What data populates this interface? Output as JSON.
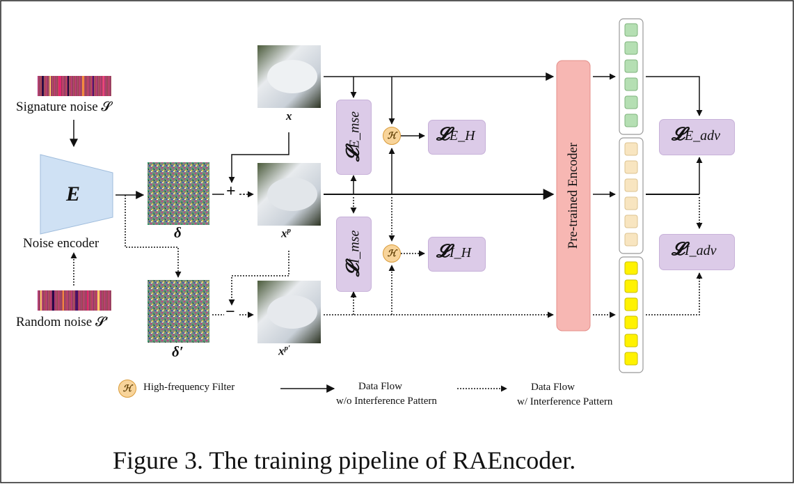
{
  "signature_label": "Signature noise 𝓢",
  "random_label": "Random noise 𝓢′",
  "encoder_letter": "E",
  "encoder_label": "Noise encoder",
  "delta_label": "δ",
  "delta_prime_label": "δ′",
  "x_label": "x",
  "xp_label": "x",
  "xp_sup": "p",
  "xpp_label": "x",
  "xpp_sup": "p′",
  "plus_symbol": "+",
  "minus_symbol": "−",
  "h_symbol": "ℋ",
  "pretrained_label": "Pre-trained Encoder",
  "losses": {
    "E_mse": {
      "main": "𝓛",
      "sub": "E_mse"
    },
    "I_mse": {
      "main": "𝓛",
      "sub": "I_mse"
    },
    "E_H": {
      "main": "𝓛",
      "sub": "E_H"
    },
    "I_H": {
      "main": "𝓛",
      "sub": "I_H"
    },
    "E_adv": {
      "main": "𝓛",
      "sub": "E_adv"
    },
    "I_adv": {
      "main": "𝓛",
      "sub": "I_adv"
    }
  },
  "legend": {
    "filter": "High-frequency Filter",
    "solid_line1": "Data Flow",
    "solid_line2": "w/o Interference Pattern",
    "dotted_line1": "Data Flow",
    "dotted_line2": "w/ Interference Pattern"
  },
  "caption": "Figure 3. The training pipeline of RAEncoder.",
  "colors": {
    "loss_box": "#dccbe8",
    "encoder_fill": "#cfe1f4",
    "pretrained_fill": "#f7b7b3",
    "feature_green": "#b5dfb3",
    "feature_beige": "#f8e5c0",
    "feature_yellow": "#fff200"
  }
}
